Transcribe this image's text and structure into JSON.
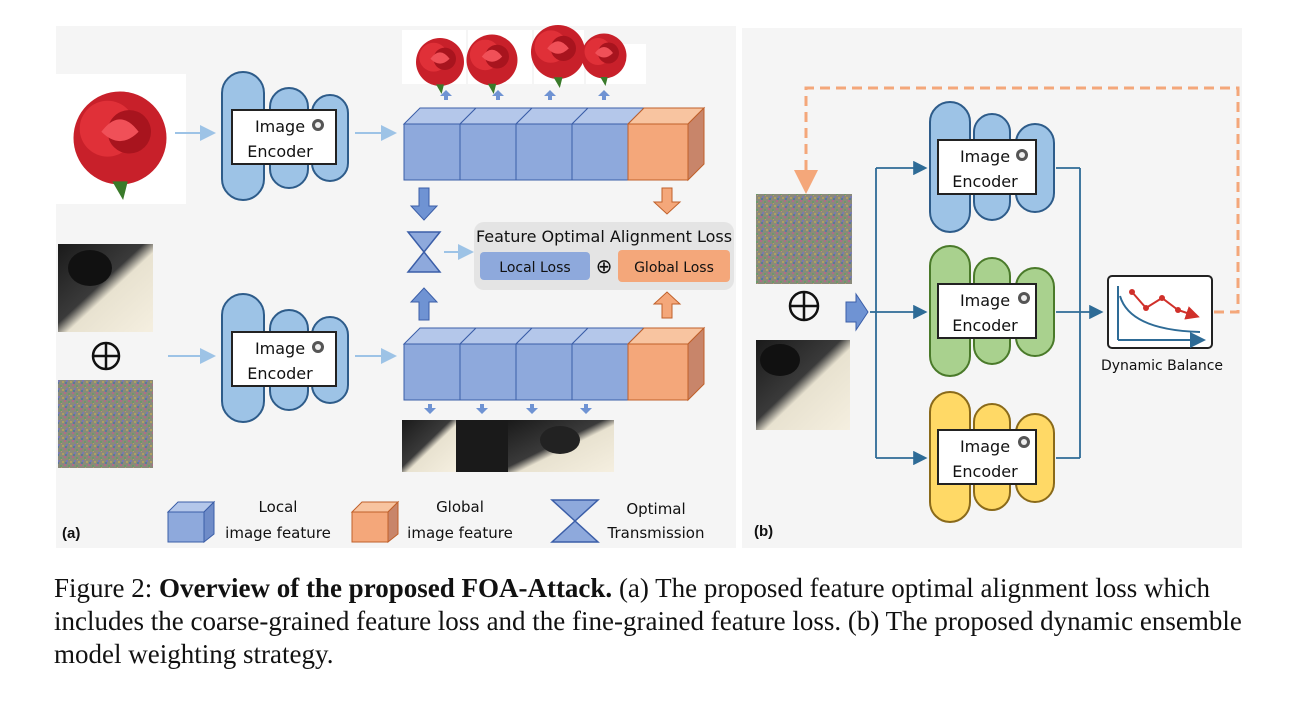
{
  "panels": {
    "a_label": "(a)",
    "b_label": "(b)"
  },
  "encoder": {
    "line1": "Image",
    "line2": "Encoder"
  },
  "loss_box": {
    "title": "Feature Optimal Alignment Loss",
    "local": "Local Loss",
    "global": "Global Loss",
    "plus": "⊕"
  },
  "plus_symbol": "⊕",
  "legend": {
    "local_line1": "Local",
    "local_line2": "image feature",
    "global_line1": "Global",
    "global_line2": "image feature",
    "ot_line1": "Optimal",
    "ot_line2": "Transmission"
  },
  "dynamic_balance": "Dynamic Balance",
  "caption": {
    "prefix": "Figure 2: ",
    "bold": "Overview of the proposed FOA-Attack.",
    "rest": " (a) The proposed feature optimal alignment loss which includes the coarse-grained feature loss and the fine-grained feature loss. (b) The proposed dynamic ensemble model weighting strategy."
  },
  "colors": {
    "panel_bg": "#f5f5f5",
    "local_feature": "#8ea9dc",
    "global_feature": "#f4a77a",
    "encoder_blue": "#9dc3e6",
    "encoder_green": "#a9d18e",
    "encoder_yellow": "#ffd966",
    "arrow_light": "#9dc3e6",
    "arrow_dark": "#2e6b96",
    "feedback": "#f4a77a"
  },
  "icons": [
    "rose-image",
    "panda-image",
    "noise-image",
    "lock-icon",
    "plus-circle-icon",
    "chart-icon"
  ]
}
